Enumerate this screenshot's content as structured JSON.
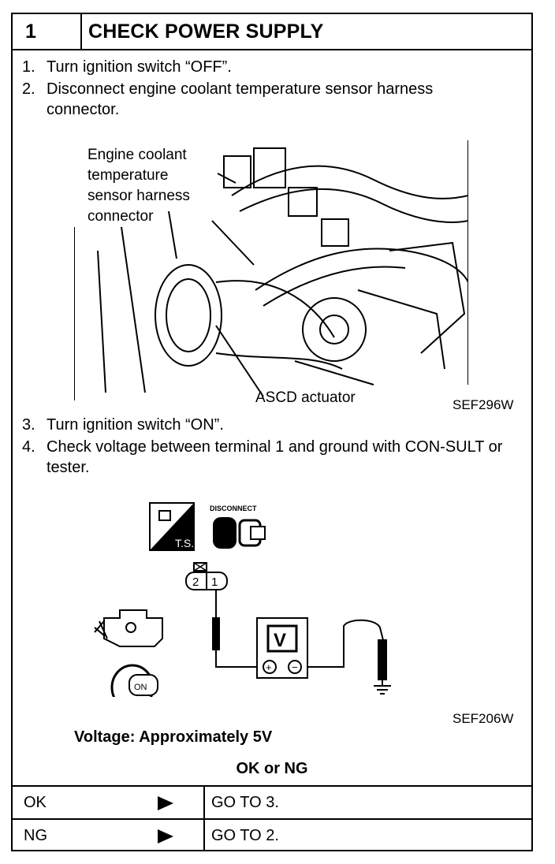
{
  "header": {
    "step_number": "1",
    "title": "CHECK POWER SUPPLY"
  },
  "steps": [
    {
      "num": "1.",
      "text": "Turn ignition switch “OFF”."
    },
    {
      "num": "2.",
      "text": "Disconnect engine coolant temperature sensor harness connector."
    },
    {
      "num": "3.",
      "text": "Turn ignition switch “ON”."
    },
    {
      "num": "4.",
      "text": "Check voltage between terminal 1 and ground with CON-SULT or tester."
    }
  ],
  "figure1": {
    "label_line1": "Engine coolant",
    "label_line2": "temperature",
    "label_line3": "sensor harness",
    "label_line4": "connector",
    "label_actuator": "ASCD actuator",
    "ref": "SEF296W"
  },
  "figure2": {
    "ts_label": "T.S.",
    "disconnect_label": "DISCONNECT",
    "terminal_2": "2",
    "terminal_1": "1",
    "meter_label": "V",
    "plus": "+",
    "minus": "−",
    "key_label": "ON",
    "ref": "SEF206W"
  },
  "voltage_spec": "Voltage: Approximately 5V",
  "result_heading": "OK or NG",
  "results": [
    {
      "status": "OK",
      "action": "GO TO 3."
    },
    {
      "status": "NG",
      "action": "GO TO 2."
    }
  ]
}
